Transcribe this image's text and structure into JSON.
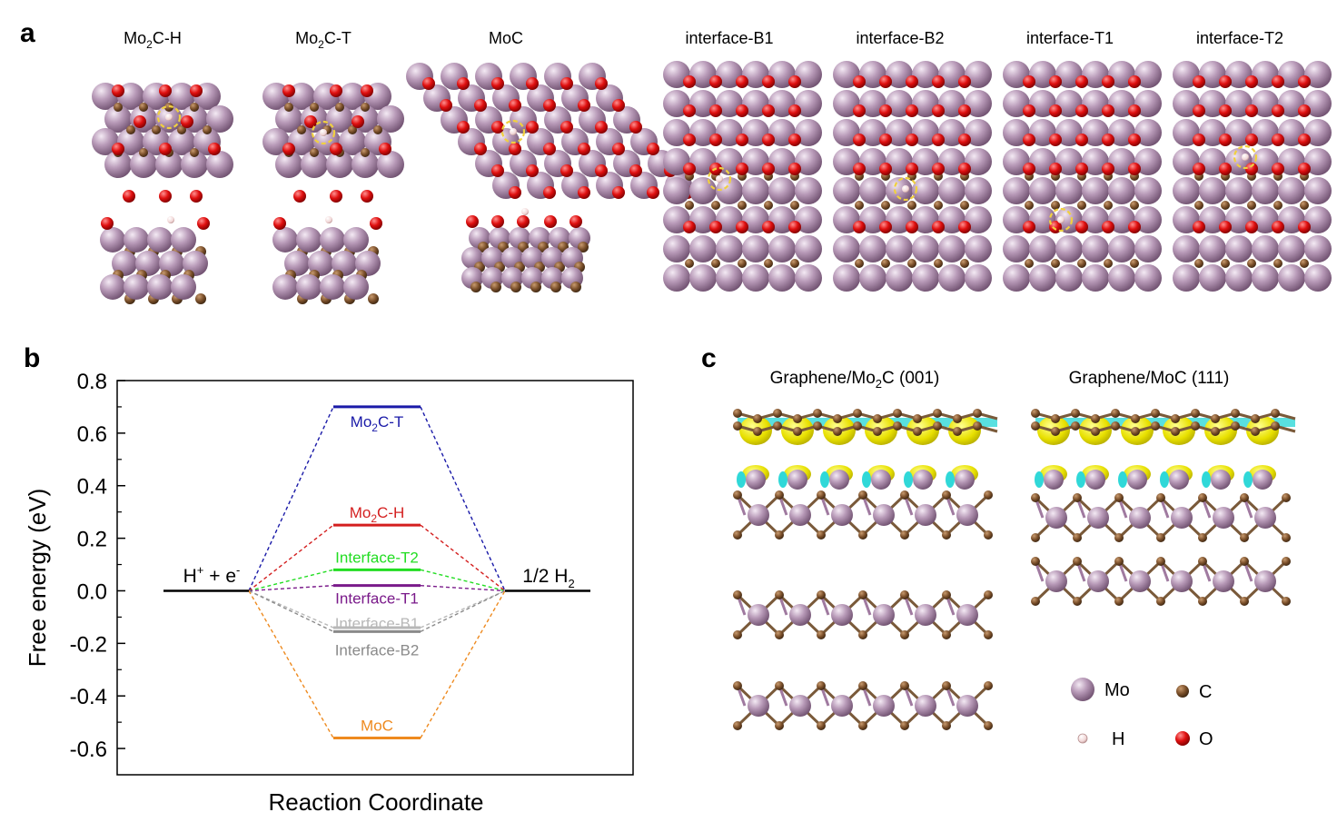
{
  "panel_labels": {
    "a": "a",
    "b": "b",
    "c": "c"
  },
  "panel_a": {
    "structures": [
      {
        "label_main": "Mo",
        "label_sub": "2",
        "label_tail": "C-H"
      },
      {
        "label_main": "Mo",
        "label_sub": "2",
        "label_tail": "C-T"
      },
      {
        "label_main": "MoC",
        "label_sub": "",
        "label_tail": ""
      },
      {
        "label_main": "interface-B1",
        "label_sub": "",
        "label_tail": ""
      },
      {
        "label_main": "interface-B2",
        "label_sub": "",
        "label_tail": ""
      },
      {
        "label_main": "interface-T1",
        "label_sub": "",
        "label_tail": ""
      },
      {
        "label_main": "interface-T2",
        "label_sub": "",
        "label_tail": ""
      }
    ]
  },
  "panel_c": {
    "titles": [
      {
        "main": "Graphene/Mo",
        "sub": "2",
        "tail": "C (001)"
      },
      {
        "main": "Graphene/MoC (111)",
        "sub": "",
        "tail": ""
      }
    ],
    "legend": [
      {
        "symbol": "Mo",
        "color": "#b89ab8"
      },
      {
        "symbol": "C",
        "color": "#7a4f2a"
      },
      {
        "symbol": "H",
        "color": "#f1d6d6"
      },
      {
        "symbol": "O",
        "color": "#e01010"
      }
    ]
  },
  "chart_data": {
    "type": "line",
    "xlabel": "Reaction Coordinate",
    "ylabel": "Free energy (eV)",
    "ylim": [
      -0.7,
      0.8
    ],
    "yticks": [
      "0.8",
      "0.6",
      "0.4",
      "0.2",
      "0.0",
      "-0.2",
      "-0.4",
      "-0.6"
    ],
    "ytick_values": [
      0.8,
      0.6,
      0.4,
      0.2,
      0.0,
      -0.2,
      -0.4,
      -0.6
    ],
    "grid": false,
    "state_labels": {
      "initial": {
        "main": "H",
        "sup": "+",
        "tail": " + e",
        "sup2": "-"
      },
      "final": {
        "main": "1/2 H",
        "sub": "2"
      }
    },
    "series": [
      {
        "name": "Mo",
        "name_sub": "2",
        "name_tail": "C-T",
        "value": 0.7,
        "color": "#1a1aa8"
      },
      {
        "name": "Mo",
        "name_sub": "2",
        "name_tail": "C-H",
        "value": 0.25,
        "color": "#d41f1f"
      },
      {
        "name": "Interface-T2",
        "name_sub": "",
        "name_tail": "",
        "value": 0.08,
        "color": "#22dd22"
      },
      {
        "name": "Interface-T1",
        "name_sub": "",
        "name_tail": "",
        "value": 0.02,
        "color": "#7a1a8a"
      },
      {
        "name": "Interface-B1",
        "name_sub": "",
        "name_tail": "",
        "value": -0.14,
        "color": "#b8b8b8"
      },
      {
        "name": "Interface-B2",
        "name_sub": "",
        "name_tail": "",
        "value": -0.155,
        "color": "#8a8a8a"
      },
      {
        "name": "MoC",
        "name_sub": "",
        "name_tail": "",
        "value": -0.56,
        "color": "#ee8a1f"
      }
    ]
  }
}
